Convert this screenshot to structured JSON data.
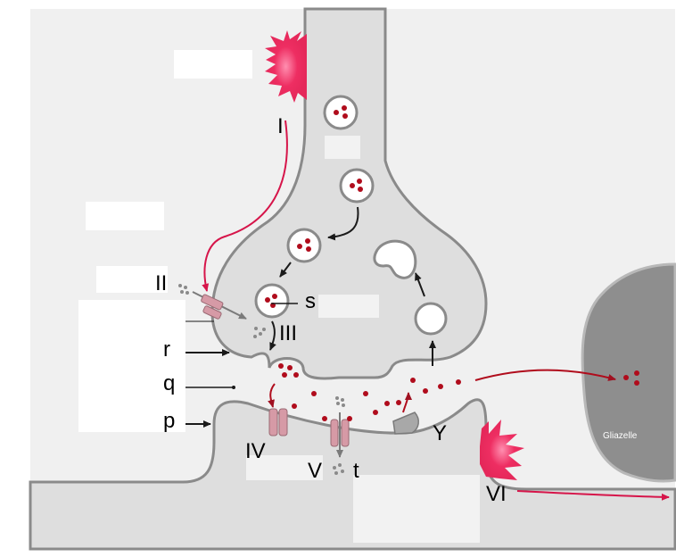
{
  "labels": {
    "I": "I",
    "II": "II",
    "III": "III",
    "IV": "IV",
    "V": "V",
    "VI": "VI",
    "s": "s",
    "t": "t",
    "r": "r",
    "q": "q",
    "p": "p",
    "Y": "Y"
  },
  "glia_label": "Gliazelle",
  "colors": {
    "background_region": "#f0f0f0",
    "cell_fill": "#dedede",
    "membrane": "#8a8a8a",
    "glia_fill": "#8e8e8e",
    "signal_red": "#d6154a",
    "transmitter": "#b00c1c",
    "receptor": "#d69aa6",
    "arrow": "#1a1a1a"
  }
}
